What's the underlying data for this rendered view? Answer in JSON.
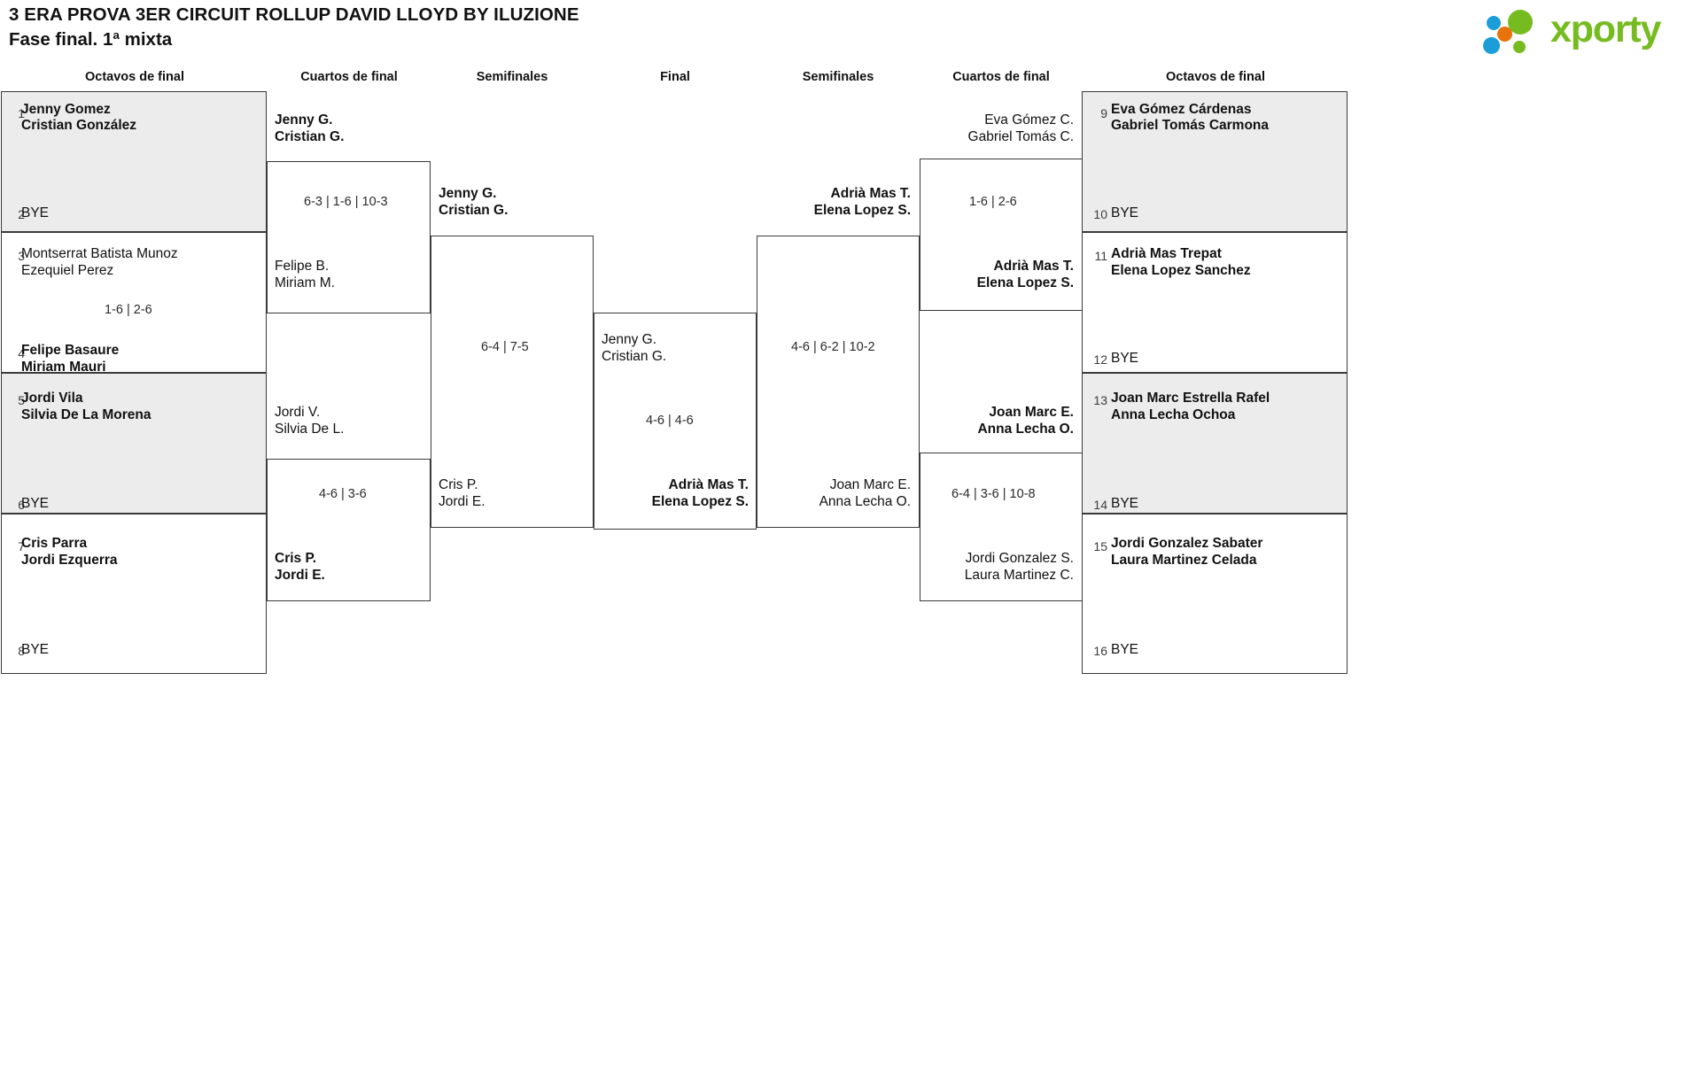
{
  "header": {
    "title": "3 ERA PROVA 3ER CIRCUIT ROLLUP DAVID LLOYD BY ILUZIONE",
    "subtitle": "Fase final. 1ª mixta",
    "logo_text": "xporty",
    "logo_colors": {
      "green": "#76bc21",
      "blue": "#1b9dd9",
      "orange": "#e8730c"
    }
  },
  "rounds": {
    "r16_left": "Octavos de final",
    "qf_left": "Cuartos de final",
    "sf_left": "Semifinales",
    "final": "Final",
    "sf_right": "Semifinales",
    "qf_right": "Cuartos de final",
    "r16_right": "Octavos de final"
  },
  "bye_label": "BYE",
  "left": {
    "r16": [
      {
        "seed": "1",
        "p1": "Jenny Gomez",
        "p2": "Cristian González",
        "winner": true
      },
      {
        "seed": "2",
        "bye": "BYE"
      },
      {
        "seed": "3",
        "p1": "Montserrat Batista Munoz",
        "p2": "Ezequiel Perez",
        "winner": false
      },
      {
        "seed": "4",
        "p1": "Felipe Basaure",
        "p2": "Miriam Mauri",
        "winner": true
      },
      {
        "seed": "5",
        "p1": "Jordi Vila",
        "p2": "Silvia De La Morena",
        "winner": true
      },
      {
        "seed": "6",
        "bye": "BYE"
      },
      {
        "seed": "7",
        "p1": "Cris Parra",
        "p2": "Jordi Ezquerra",
        "winner": true
      },
      {
        "seed": "8",
        "bye": "BYE"
      }
    ],
    "r16_scores": {
      "m2": "1-6 | 2-6"
    },
    "qf": [
      {
        "p1": "Jenny G.",
        "p2": "Cristian G.",
        "winner": true
      },
      {
        "p1": "Felipe B.",
        "p2": "Miriam M.",
        "winner": false
      },
      {
        "p1": "Jordi V.",
        "p2": "Silvia De L.",
        "winner": false
      },
      {
        "p1": "Cris P.",
        "p2": "Jordi E.",
        "winner": true
      }
    ],
    "qf_scores": {
      "m1": "6-3 | 1-6 | 10-3",
      "m2": "4-6 | 3-6"
    },
    "sf": [
      {
        "p1": "Jenny G.",
        "p2": "Cristian G.",
        "winner": true
      },
      {
        "p1": "Cris P.",
        "p2": "Jordi E.",
        "winner": false
      }
    ],
    "sf_scores": {
      "m1": "6-4 | 7-5"
    }
  },
  "final": {
    "left_team": {
      "p1": "Jenny G.",
      "p2": "Cristian G.",
      "winner": false
    },
    "right_team": {
      "p1": "Adrià Mas T.",
      "p2": "Elena Lopez S.",
      "winner": true
    },
    "score": "4-6 | 4-6"
  },
  "right": {
    "sf": [
      {
        "p1": "Adrià Mas T.",
        "p2": "Elena Lopez S.",
        "winner": true
      },
      {
        "p1": "Joan Marc E.",
        "p2": "Anna Lecha O.",
        "winner": false
      }
    ],
    "sf_scores": {
      "m1": "4-6 | 6-2 | 10-2"
    },
    "qf": [
      {
        "p1": "Eva Gómez C.",
        "p2": "Gabriel Tomás C.",
        "winner": false
      },
      {
        "p1": "Adrià Mas T.",
        "p2": "Elena Lopez S.",
        "winner": true
      },
      {
        "p1": "Joan Marc E.",
        "p2": "Anna Lecha O.",
        "winner": true
      },
      {
        "p1": "Jordi Gonzalez S.",
        "p2": "Laura Martinez C.",
        "winner": false
      }
    ],
    "qf_scores": {
      "m1": "1-6 | 2-6",
      "m2": "6-4 | 3-6 | 10-8"
    },
    "r16": [
      {
        "seed": "9",
        "p1": "Eva Gómez Cárdenas",
        "p2": "Gabriel Tomás Carmona",
        "winner": true
      },
      {
        "seed": "10",
        "bye": "BYE"
      },
      {
        "seed": "11",
        "p1": "Adrià Mas Trepat",
        "p2": "Elena Lopez Sanchez",
        "winner": true
      },
      {
        "seed": "12",
        "bye": "BYE"
      },
      {
        "seed": "13",
        "p1": "Joan Marc Estrella Rafel",
        "p2": "Anna Lecha Ochoa",
        "winner": true
      },
      {
        "seed": "14",
        "bye": "BYE"
      },
      {
        "seed": "15",
        "p1": "Jordi Gonzalez Sabater",
        "p2": "Laura Martinez Celada",
        "winner": true
      },
      {
        "seed": "16",
        "bye": "BYE"
      }
    ]
  }
}
